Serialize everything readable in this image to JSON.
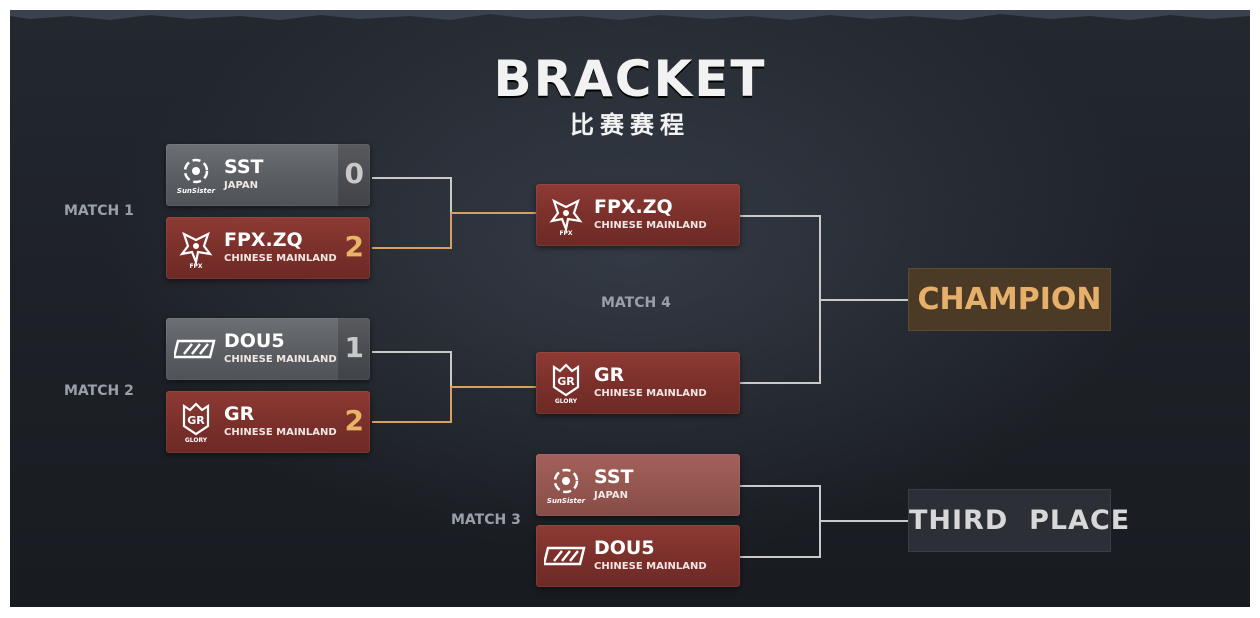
{
  "header": {
    "title": "BRACKET",
    "subtitle": "比赛赛程"
  },
  "matches": {
    "m1": {
      "label": "MATCH 1",
      "team_a": {
        "name": "SST",
        "region": "JAPAN",
        "score": "0",
        "logo": "sunsister-logo-icon"
      },
      "team_b": {
        "name": "FPX.ZQ",
        "region": "CHINESE MAINLAND",
        "score": "2",
        "logo": "fpx-logo-icon"
      }
    },
    "m2": {
      "label": "MATCH 2",
      "team_a": {
        "name": "DOU5",
        "region": "CHINESE MAINLAND",
        "score": "1",
        "logo": "dou5-logo-icon"
      },
      "team_b": {
        "name": "GR",
        "region": "CHINESE MAINLAND",
        "score": "2",
        "logo": "glory-logo-icon"
      }
    },
    "m3": {
      "label": "MATCH 3",
      "team_a": {
        "name": "SST",
        "region": "JAPAN",
        "logo": "sunsister-logo-icon"
      },
      "team_b": {
        "name": "DOU5",
        "region": "CHINESE MAINLAND",
        "logo": "dou5-logo-icon"
      }
    },
    "m4": {
      "label": "MATCH 4",
      "team_a": {
        "name": "FPX.ZQ",
        "region": "CHINESE MAINLAND",
        "logo": "fpx-logo-icon"
      },
      "team_b": {
        "name": "GR",
        "region": "CHINESE MAINLAND",
        "logo": "glory-logo-icon"
      }
    }
  },
  "awards": {
    "champion": "CHAMPION",
    "third_place": "THIRD  PLACE"
  },
  "colors": {
    "winner_card": "#7a2f2a",
    "loser_card": "#5a5d62",
    "winner_score": "#e8b468",
    "connector": "#c9c9c9",
    "winner_connector": "#d8a060",
    "champion_text": "#e6b06a",
    "champion_bg": "#4b3a25"
  }
}
